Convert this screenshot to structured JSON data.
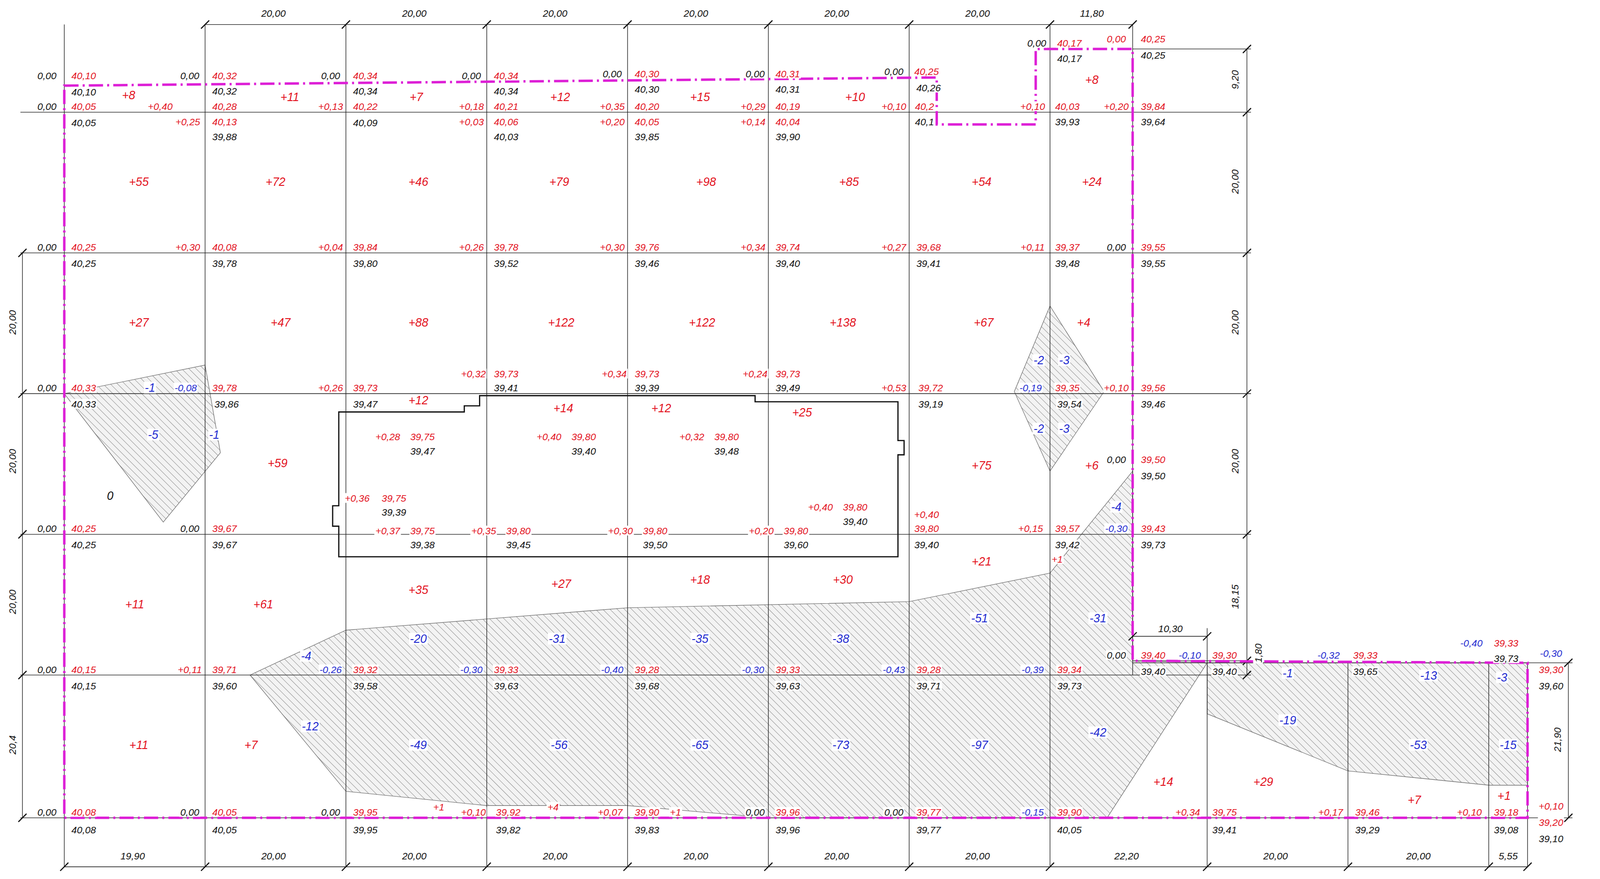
{
  "diagram": {
    "labels": [
      "20,00",
      "20,00",
      "20,00",
      "20,00",
      "20,00",
      "20,00",
      "11,80",
      "19,90",
      "20,00",
      "20,00",
      "20,00",
      "20,00",
      "20,00",
      "20,00",
      "22,20",
      "20,00",
      "20,00",
      "5,55",
      "9,20",
      "20,00",
      "20,00",
      "20,00",
      "18,15",
      "1,80",
      "21,90",
      "10,30",
      "20,00",
      "20,00",
      "20,00",
      "20,4",
      "0,00",
      "40,10",
      "40,10",
      "0,00",
      "40,32",
      "40,32",
      "0,00",
      "40,34",
      "40,34",
      "0,00",
      "40,34",
      "40,34",
      "0,00",
      "40,30",
      "40,30",
      "0,00",
      "40,31",
      "40,31",
      "0,00",
      "40,25",
      "40,26",
      "0,00",
      "40,17",
      "40,17",
      "0,00",
      "40,25",
      "40,25",
      "0,00",
      "40,05",
      "40,05",
      "+0,40",
      "40,28",
      "+0,25",
      "40,13",
      "39,88",
      "+0,13",
      "40,22",
      "40,09",
      "+0,18",
      "40,21",
      "+0,03",
      "40,06",
      "40,03",
      "+0,35",
      "40,20",
      "+0,20",
      "40,05",
      "39,85",
      "+0,29",
      "40,19",
      "+0,14",
      "40,04",
      "39,90",
      "+0,10",
      "40,2",
      "40,1",
      "+0,10",
      "40,03",
      "39,93",
      "+0,20",
      "39,84",
      "39,64",
      "+8",
      "+11",
      "+7",
      "+12",
      "+15",
      "+10",
      "+8",
      "+55",
      "+72",
      "+46",
      "+79",
      "+98",
      "+85",
      "+54",
      "+24",
      "0,00",
      "40,25",
      "40,25",
      "+0,30",
      "40,08",
      "39,78",
      "+0,04",
      "39,84",
      "39,80",
      "+0,26",
      "39,78",
      "39,52",
      "+0,30",
      "39,76",
      "39,46",
      "+0,34",
      "39,74",
      "39,40",
      "+0,27",
      "39,68",
      "39,41",
      "+0,11",
      "39,37",
      "39,48",
      "0,00",
      "39,55",
      "39,55",
      "+27",
      "+47",
      "+88",
      "+122",
      "+122",
      "+138",
      "+67",
      "+4",
      "-2",
      "-3",
      "0,00",
      "40,33",
      "40,33",
      "-1",
      "-0,08",
      "39,78",
      "39,86",
      "+0,26",
      "39,73",
      "39,47",
      "+0,32",
      "39,73",
      "39,41",
      "+0,34",
      "39,73",
      "39,39",
      "+0,24",
      "39,73",
      "39,49",
      "+0,53",
      "39,72",
      "39,19",
      "-0,19",
      "39,35",
      "39,54",
      "+0,10",
      "39,56",
      "39,46",
      "-5",
      "-1",
      "0",
      "+59",
      "+12",
      "+14",
      "+12",
      "+25",
      "+75",
      "-2",
      "-3",
      "+6",
      "+0,28",
      "39,75",
      "39,47",
      "+0,40",
      "39,80",
      "39,40",
      "+0,32",
      "39,80",
      "39,48",
      "+0,36",
      "39,75",
      "39,39",
      "+0,40",
      "39,80",
      "39,40",
      "+0,37",
      "39,75",
      "39,38",
      "+0,35",
      "39,80",
      "39,45",
      "+0,30",
      "39,80",
      "39,50",
      "+0,20",
      "39,80",
      "39,60",
      "+0,40",
      "39,80",
      "39,40",
      "0,00",
      "40,25",
      "40,25",
      "0,00",
      "39,67",
      "39,67",
      "+0,15",
      "39,57",
      "39,42",
      "+1",
      "0,00",
      "39,50",
      "39,50",
      "-4",
      "-0,30",
      "39,43",
      "39,73",
      "+11",
      "+61",
      "+35",
      "+27",
      "+18",
      "+30",
      "+21",
      "-4",
      "-20",
      "-31",
      "-35",
      "-38",
      "-51",
      "-31",
      "0,00",
      "40,15",
      "40,15",
      "+0,11",
      "39,71",
      "39,60",
      "-0,26",
      "39,32",
      "39,58",
      "-0,30",
      "39,33",
      "39,63",
      "-0,40",
      "39,28",
      "39,68",
      "-0,30",
      "39,33",
      "39,63",
      "-0,43",
      "39,28",
      "39,71",
      "-0,39",
      "39,34",
      "39,73",
      "0,00",
      "39,40",
      "39,40",
      "-0,10",
      "39,30",
      "39,40",
      "-0,32",
      "39,33",
      "39,65",
      "-0,40",
      "39,33",
      "39,73",
      "-0,30",
      "39,30",
      "39,60",
      "-1",
      "-13",
      "-3",
      "+11",
      "+7",
      "-12",
      "-49",
      "-56",
      "-65",
      "-73",
      "-97",
      "-42",
      "-19",
      "-53",
      "-15",
      "+14",
      "+29",
      "+7",
      "+1",
      "0,00",
      "40,08",
      "40,08",
      "0,00",
      "40,05",
      "40,05",
      "0,00",
      "39,95",
      "39,95",
      "+1",
      "+0,10",
      "39,92",
      "39,82",
      "+4",
      "+0,07",
      "39,90",
      "+1",
      "39,83",
      "0,00",
      "39,96",
      "39,96",
      "0,00",
      "39,77",
      "39,77",
      "-0,15",
      "39,90",
      "40,05",
      "+0,34",
      "39,75",
      "39,41",
      "+0,17",
      "39,46",
      "39,29",
      "+0,10",
      "39,18",
      "39,08",
      "+0,10",
      "39,20",
      "39,10"
    ]
  }
}
